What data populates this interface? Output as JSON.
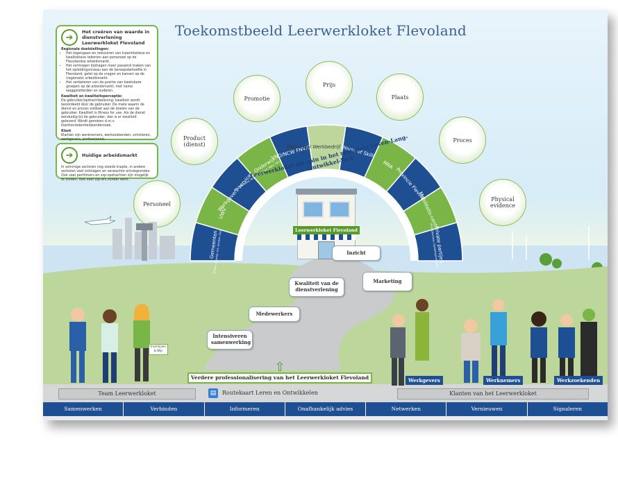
{
  "title": "Toekomstbeeld Leerwerkloket Flevoland",
  "box1": {
    "title": "Het creëren van waarde in dienstverlening Leerwerkloket Flevoland",
    "sections": [
      {
        "head": "Regionale doelstellingen:",
        "items": [
          "Het tegengaan en reduceren van kwantitatieve en kwalitatieve tekorten aan personeel op de Flevolandse arbeidsmarkt.",
          "Het vermogen bijdragen meer passend maken van het opleidingsniveau aan de beroepsbehoefte in Flevoland, gelet op de vragen en kansen op de (regionale) arbeidsmarkt.",
          "Het verbeteren van de positie van kwetsbare groepen op de arbeidsmarkt, met name laaggeletterden en ouderen."
        ]
      },
      {
        "head": "Kwaliteit en kwaliteitsperceptie:",
        "text": "De gebruiker/opdrachtbeleving: kwaliteit wordt beoordeeld door de gebruiker. De mate waarin de dienst en proces voldoet aan de doelen van de gebruiker. Kwaliteit is fitness for use. Als de dienst eenduidig bij de gebruiker, dan is er kwaliteit geleverd. Wordt gemeten d.m.v. klanttevredenheidsonderzoek."
      },
      {
        "head": "Klant",
        "text": "Klanten zijn werknemers, werkzoekenden, scholieren, werkgevers, professionals."
      }
    ]
  },
  "box2": {
    "title": "Huidige arbeidsmarkt",
    "text": "In sommige sectoren nog steeds krapte, in andere sectoren veel ontslagen en verwachte ontslagrondes. Ook veel parttimers en zzp-opdrachten zijn mogelijk te vinden. Ook veel zzp-ers zonder werk."
  },
  "circles": [
    "Personeel",
    "Product (dienst)",
    "Promotie",
    "Prijs",
    "Plaats",
    "Proces",
    "Physical evidence"
  ],
  "arch_outer": [
    {
      "label": "Gemeenten",
      "sub": "Almere, Lelystad, Urk, Dronten, Zeewolde, NOP"
    },
    {
      "label": "UWV",
      "sub": ""
    },
    {
      "label": "Werkgevers-servicepunten",
      "sub": ""
    },
    {
      "label": "Onderwijs",
      "sub": "ROC Flevoland, ROC Friese Poort, MBO, HBO, Windesheim, Aeres"
    },
    {
      "label": "VNO/NCW FNV/CNV",
      "sub": ""
    },
    {
      "label": "Regionaal Werkbedrijf Flevoland",
      "sub": ""
    },
    {
      "label": "House of Skills",
      "sub": ""
    },
    {
      "label": "MRA",
      "sub": ""
    },
    {
      "label": "Provincie Flevoland",
      "sub": ""
    },
    {
      "label": "Mobiliteits-centrum",
      "sub": ""
    },
    {
      "label": "Private partijen",
      "sub": "Uitzendbureaus, Opleidingsinstituten"
    }
  ],
  "arch_inner_text": "Leerwerkloket als spin in het regionale Leven-Lang-Ontwikkel-Web",
  "building_sign": "Leerwerkloket Flevoland",
  "callouts": [
    "Inzicht",
    "Marketing",
    "Kwaliteit van de dienstverlening",
    "Medewerkers",
    "Intensiveren samenwerking"
  ],
  "road_banner": "Verdere professionalisering van het Leerwerkloket Flevoland",
  "bubble_small": "Inschrijven & Wijs",
  "tags": [
    "Werkgevers",
    "Werknemers",
    "Werkzoekenden"
  ],
  "grey_labels": {
    "left": "Team Leerwerkloket",
    "middle": "Routekaart Leren en Ontwikkelen",
    "right": "Klanten van het Leerwerkloket"
  },
  "bottom_bar": [
    "Samenwerken",
    "Verbinden",
    "Informeren",
    "Onafhankelijk advies",
    "Netwerken",
    "Vernieuwen",
    "Signaleren"
  ],
  "colors": {
    "navy": "#1f4f93",
    "blue": "#2b5fa8",
    "green": "#7ab547",
    "light_green": "#a9cf7e",
    "title": "#3b5f93"
  }
}
